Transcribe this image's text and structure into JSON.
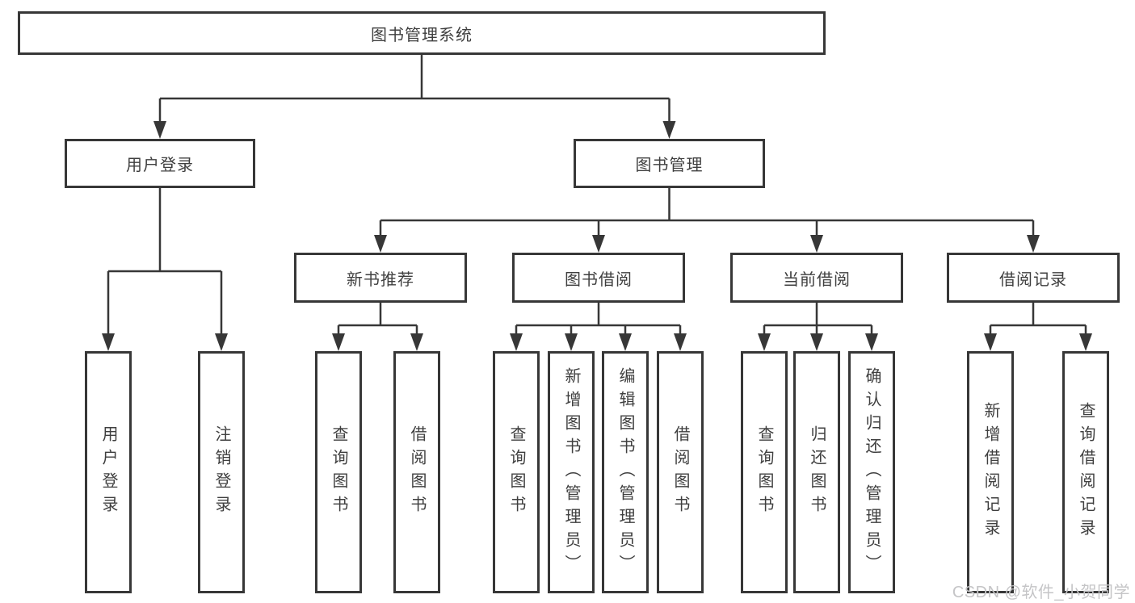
{
  "diagram": {
    "root_label": "图书管理系统",
    "level2": [
      {
        "label": "用户登录"
      },
      {
        "label": "图书管理"
      }
    ],
    "level3": [
      {
        "label": "新书推荐"
      },
      {
        "label": "图书借阅"
      },
      {
        "label": "当前借阅"
      },
      {
        "label": "借阅记录"
      }
    ],
    "leaves": {
      "user_login": [
        "用户登录",
        "注销登录"
      ],
      "new_book": [
        "查询图书",
        "借阅图书"
      ],
      "book_borrow": [
        "查询图书",
        "新增图书（管理员）",
        "编辑图书（管理员）",
        "借阅图书"
      ],
      "current_borrow": [
        "查询图书",
        "归还图书",
        "确认归还（管理员）"
      ],
      "borrow_record": [
        "新增借阅记录",
        "查询借阅记录"
      ]
    },
    "colors": {
      "line": "#373737",
      "border": "#373737",
      "text": "#3f3f3f",
      "watermark": "#c5c5c7",
      "background": "#ffffff"
    }
  },
  "watermark_text": "CSDN @软件_小贺同学"
}
